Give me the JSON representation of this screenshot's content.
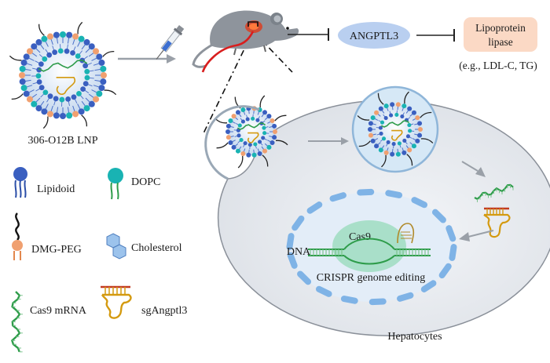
{
  "labels": {
    "lnp": "306-O12B LNP",
    "target": "ANGPTL3",
    "enzyme_line1": "Lipoprotein",
    "enzyme_line2": "lipase",
    "effect": "(e.g., LDL-C, TG)",
    "cell": "Hepatocytes",
    "cas9": "Cas9",
    "dna": "DNA",
    "editing": "CRISPR genome editing"
  },
  "legend": {
    "lipidoid": "Lipidoid",
    "dopc": "DOPC",
    "dmg_peg": "DMG-PEG",
    "cholesterol": "Cholesterol",
    "cas9_mrna": "Cas9 mRNA",
    "sgrna": "sgAngptl3"
  },
  "colors": {
    "lipidoid_head": "#3a5fc0",
    "dopc_head": "#19b3b3",
    "peg_head": "#f0a070",
    "lnp_core": "#cfe0f3",
    "cell": "#e6e9ee",
    "target_pill": "#b9cff0",
    "enzyme_box": "#fbd9c5",
    "mrna": "#2e9c4a",
    "sgrna": "#d49a10",
    "nucleus": "#7fb3e6"
  }
}
